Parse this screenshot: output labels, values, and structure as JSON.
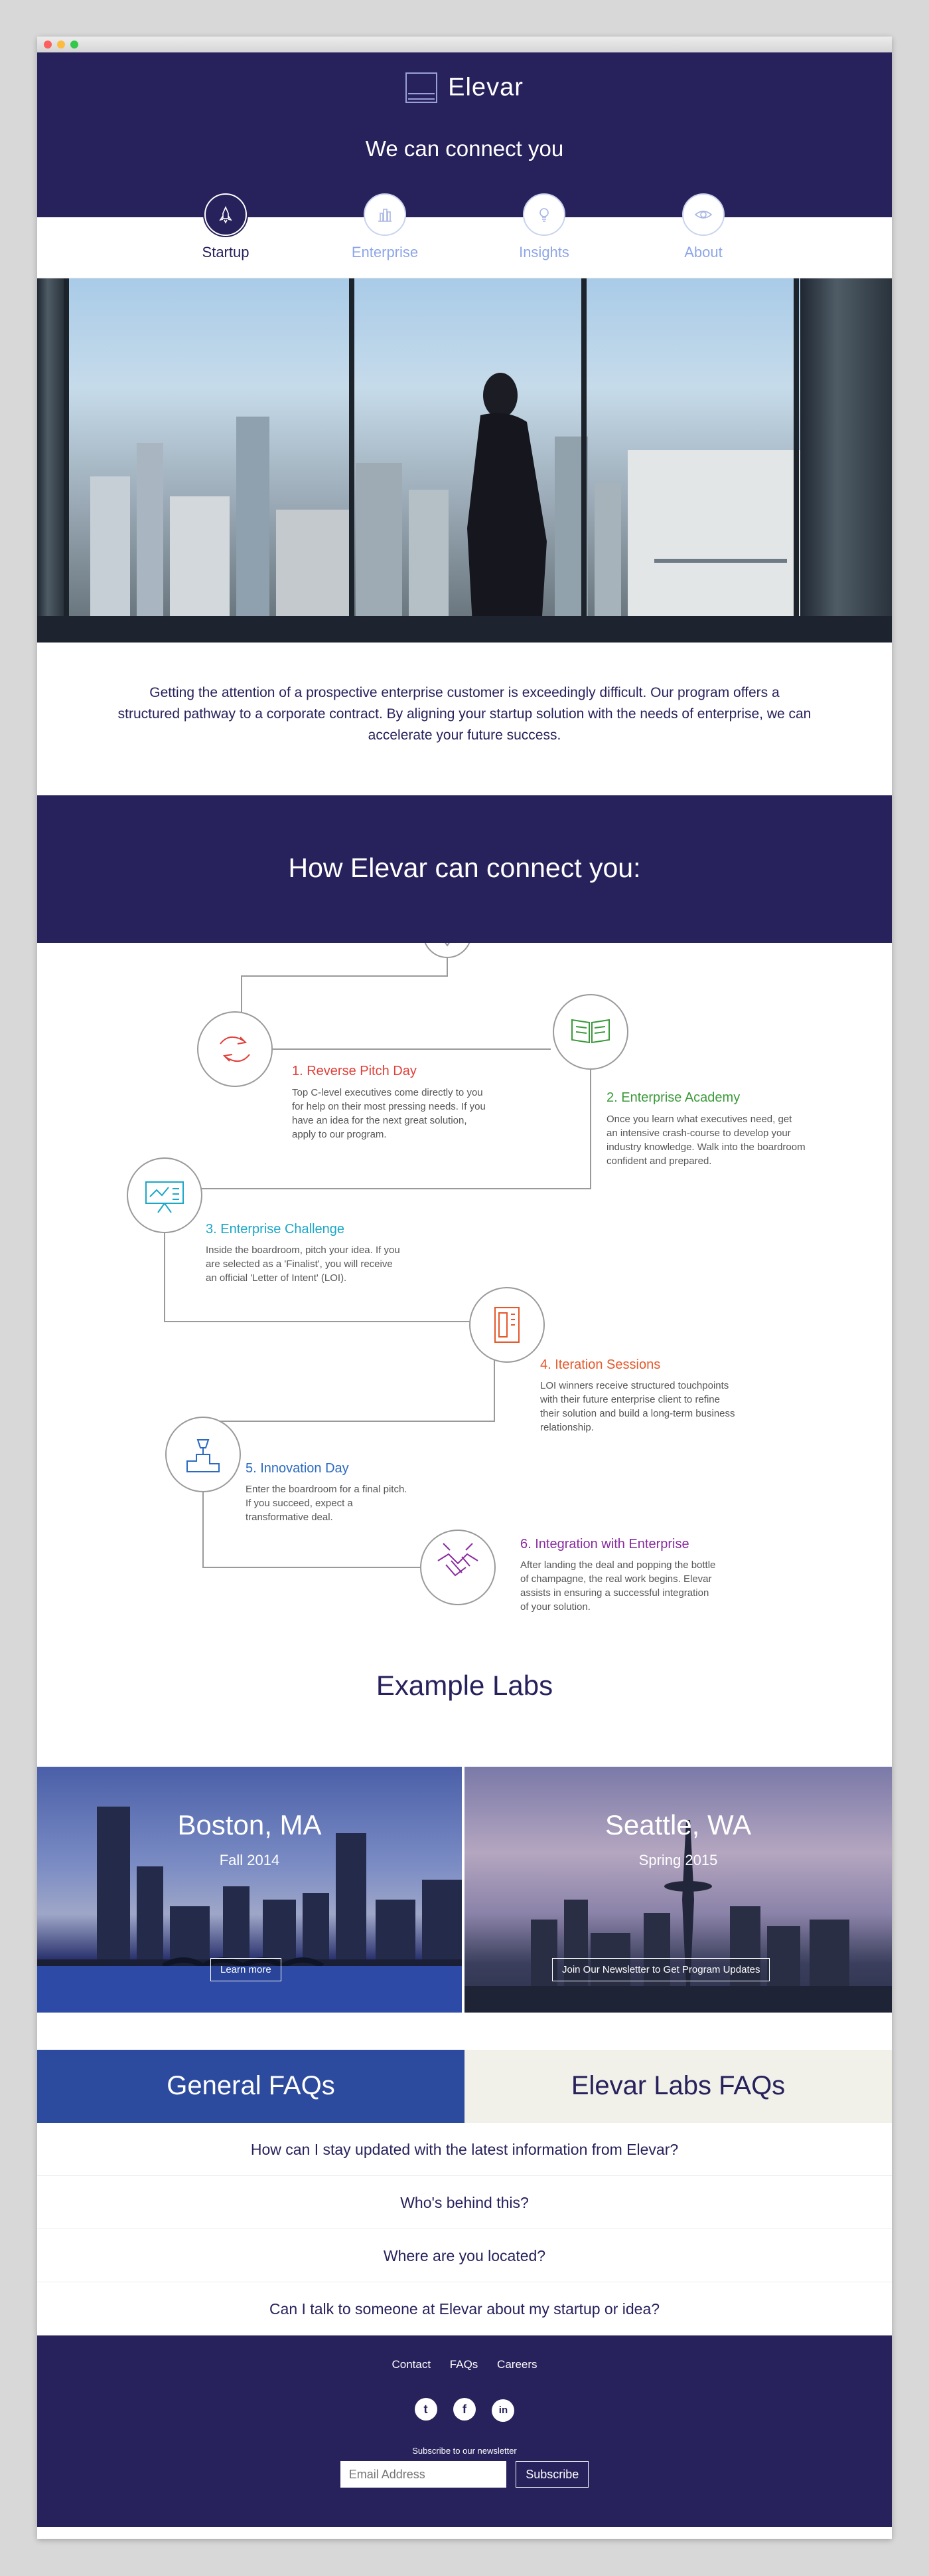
{
  "header": {
    "logo": "Elevar",
    "tagline": "We can connect you"
  },
  "nav": [
    {
      "label": "Startup",
      "icon": "rocket-icon",
      "active": true
    },
    {
      "label": "Enterprise",
      "icon": "building-icon",
      "active": false
    },
    {
      "label": "Insights",
      "icon": "lightbulb-icon",
      "active": false
    },
    {
      "label": "About",
      "icon": "eye-icon",
      "active": false
    }
  ],
  "intro": "Getting the attention of a prospective enterprise customer is exceedingly difficult. Our program offers a structured pathway to a corporate contract. By aligning your startup solution with the needs of enterprise, we can accelerate your future success.",
  "how": {
    "title": "How Elevar can connect you:",
    "steps": [
      {
        "title": "1. Reverse Pitch Day",
        "color": "#e0403a",
        "icon": "refresh-arrows-icon",
        "desc": "Top C-level executives come directly to you for help on their most pressing needs.  If you have an idea for the next great solution, apply to our program."
      },
      {
        "title": "2. Enterprise Academy",
        "color": "#3a9a3a",
        "icon": "book-icon",
        "desc": "Once you learn what executives need, get an intensive crash-course to develop your industry knowledge.  Walk into the boardroom confident and prepared."
      },
      {
        "title": "3. Enterprise Challenge",
        "color": "#1aa7c8",
        "icon": "presentation-board-icon",
        "desc": "Inside the boardroom, pitch your idea.  If you are selected as a 'Finalist', you will receive an official 'Letter of Intent' (LOI)."
      },
      {
        "title": "4. Iteration Sessions",
        "color": "#e4582a",
        "icon": "device-icon",
        "desc": "LOI winners receive structured touchpoints with their future enterprise client to refine their solution and build a long-term business relationship."
      },
      {
        "title": "5. Innovation Day",
        "color": "#2a6ac0",
        "icon": "podium-icon",
        "desc": "Enter the boardroom for a final pitch.  If you succeed, expect a transformative deal."
      },
      {
        "title": "6. Integration with Enterprise",
        "color": "#8a2aa0",
        "icon": "handshake-icon",
        "desc": "After landing the deal and popping the bottle of champagne, the real work begins.  Elevar assists in ensuring a successful integration of your solution."
      }
    ]
  },
  "labs": {
    "title": "Example Labs",
    "items": [
      {
        "city": "Boston, MA",
        "season": "Fall 2014",
        "button": "Learn more"
      },
      {
        "city": "Seattle, WA",
        "season": "Spring 2015",
        "button": "Join Our Newsletter to Get Program Updates"
      }
    ]
  },
  "faq": {
    "tabs": [
      "General FAQs",
      "Elevar Labs FAQs"
    ],
    "questions": [
      "How can I stay updated with the latest information from Elevar?",
      "Who's behind this?",
      "Where are you located?",
      "Can I talk to someone at Elevar about my startup or idea?"
    ]
  },
  "footer": {
    "links": [
      "Contact",
      "FAQs",
      "Careers"
    ],
    "social": [
      {
        "name": "twitter-icon",
        "glyph": "t"
      },
      {
        "name": "facebook-icon",
        "glyph": "f"
      },
      {
        "name": "linkedin-icon",
        "glyph": "in"
      }
    ],
    "subscribe_label": "Subscribe to our newsletter",
    "email_placeholder": "Email Address",
    "subscribe_button": "Subscribe"
  }
}
